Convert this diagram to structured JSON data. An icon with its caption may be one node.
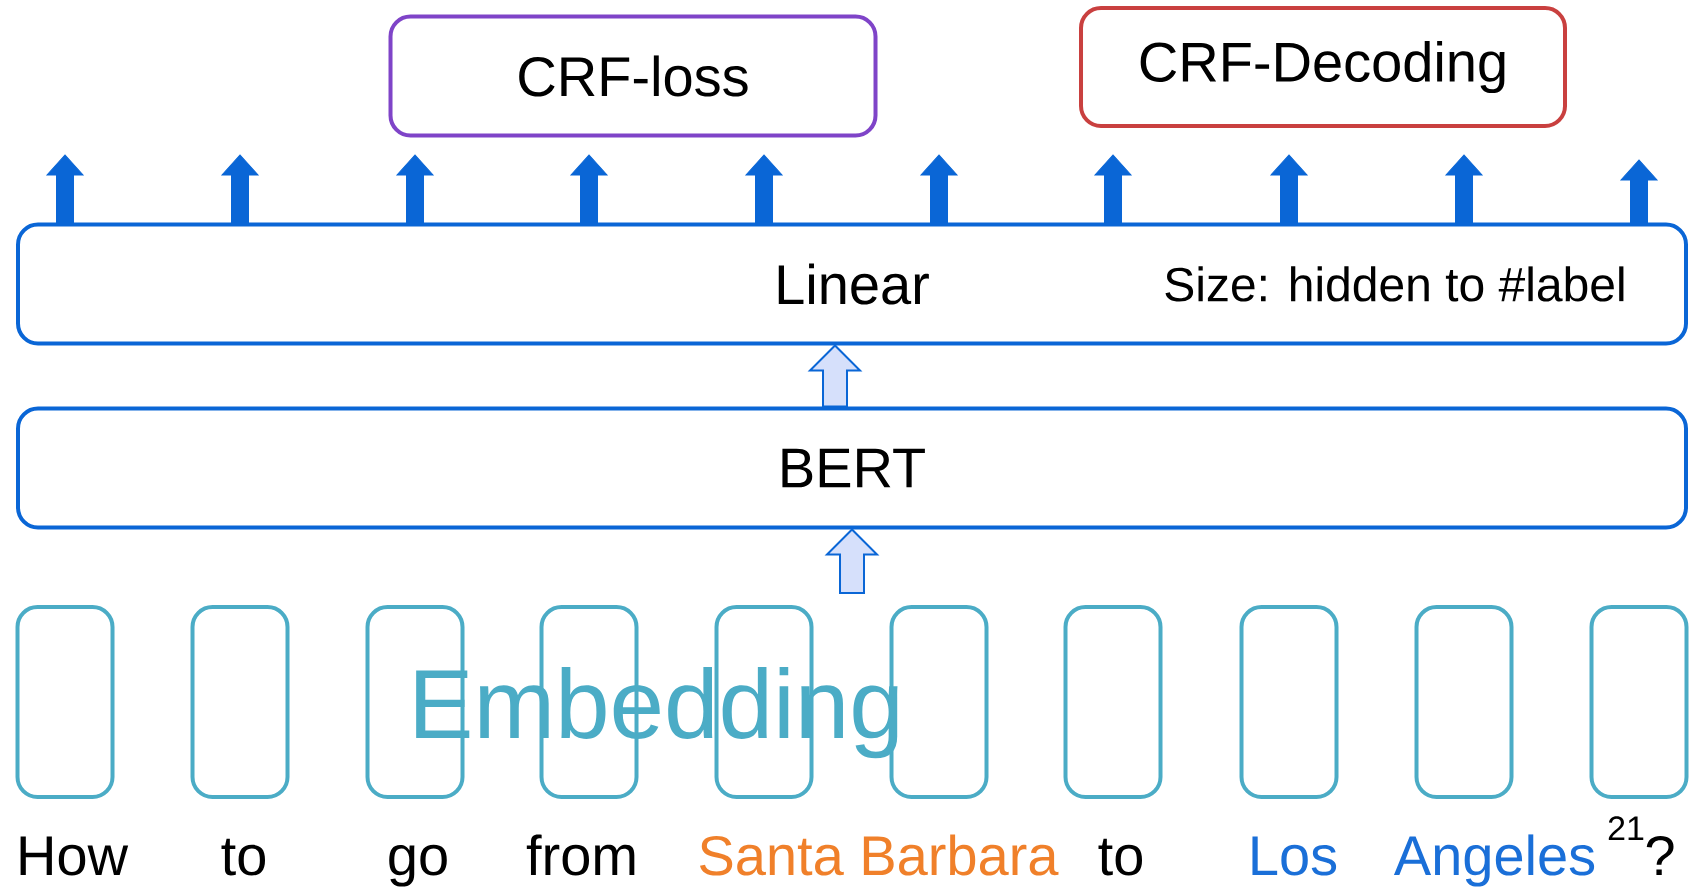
{
  "diagram": {
    "nodes": [
      {
        "text": [
          "CRF-loss"
        ]
      },
      {
        "text": [
          "CRF-Decoding"
        ]
      },
      {
        "text": [
          "Linear",
          "Size: hidden to #label"
        ]
      },
      {
        "text": [
          "BERT"
        ]
      },
      {
        "text": [],
        "shape": "box"
      },
      {
        "text": [],
        "shape": "box"
      },
      {
        "text": [],
        "shape": "box"
      },
      {
        "text": [],
        "shape": "box"
      },
      {
        "text": [],
        "shape": "box"
      },
      {
        "text": [],
        "shape": "box"
      },
      {
        "text": [],
        "shape": "box"
      },
      {
        "text": [],
        "shape": "box"
      },
      {
        "text": [],
        "shape": "box"
      },
      {
        "text": [],
        "shape": "box"
      }
    ],
    "edges": [
      {
        "from": 2,
        "to": null,
        "arrow": "to",
        "style": "thick"
      },
      {
        "from": 2,
        "to": null,
        "arrow": "to",
        "style": "thick"
      },
      {
        "from": 2,
        "to": null,
        "arrow": "to",
        "style": "thick"
      },
      {
        "from": 2,
        "to": null,
        "arrow": "to",
        "style": "thick"
      },
      {
        "from": 2,
        "to": null,
        "arrow": "to",
        "style": "thick"
      },
      {
        "from": 2,
        "to": null,
        "arrow": "to",
        "style": "thick"
      },
      {
        "from": 2,
        "to": null,
        "arrow": "to",
        "style": "thick"
      },
      {
        "from": 2,
        "to": null,
        "arrow": "to",
        "style": "thick"
      },
      {
        "from": 2,
        "to": null,
        "arrow": "to",
        "style": "thick"
      },
      {
        "from": 2,
        "to": null,
        "arrow": "to",
        "style": "thick"
      },
      {
        "from": 3,
        "to": 2,
        "arrow": "to"
      },
      {
        "from": null,
        "to": 3,
        "arrow": "to"
      }
    ],
    "labels": [
      "Embedding",
      "How",
      "to",
      "go",
      "from",
      "Santa Barbara",
      "to",
      "Los",
      "Angeles",
      "21",
      "?"
    ]
  }
}
